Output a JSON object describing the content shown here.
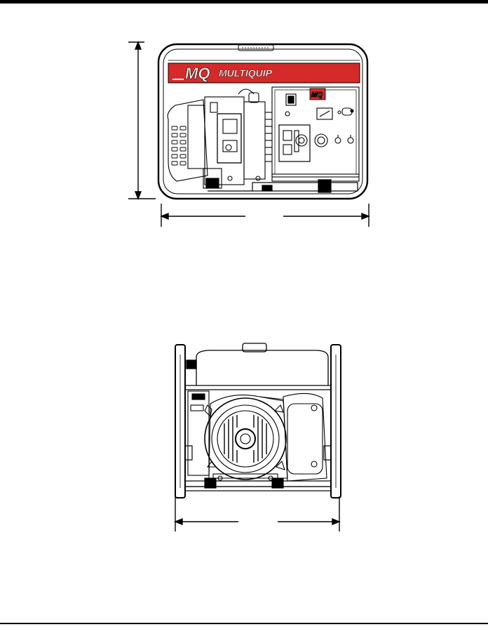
{
  "figure_front": {
    "brand_mark": "MQ",
    "brand_name": "MULTIQUIP",
    "panel_mark": "MQ",
    "colors": {
      "banner": "#d52a2a",
      "line": "#000000",
      "panel_badge": "#d52a2a"
    }
  },
  "figure_side": {
    "colors": {
      "line": "#000000"
    }
  }
}
